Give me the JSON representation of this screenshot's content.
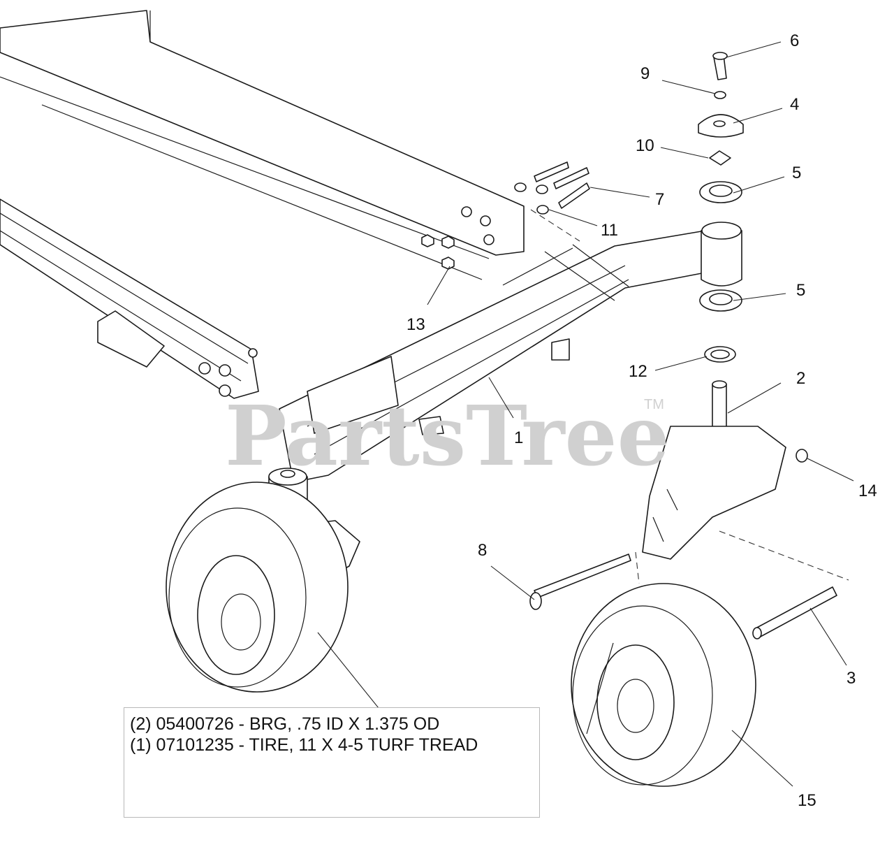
{
  "watermark": {
    "text": "PartsTree",
    "trademark": "TM"
  },
  "callouts": [
    "6",
    "9",
    "4",
    "10",
    "5",
    "7",
    "11",
    "5",
    "13",
    "12",
    "2",
    "1",
    "14",
    "8",
    "3",
    "15"
  ],
  "notes": [
    "(2) 05400726 - BRG, .75 ID X 1.375 OD",
    "(1) 07101235 - TIRE, 11 X 4-5 TURF TREAD"
  ]
}
